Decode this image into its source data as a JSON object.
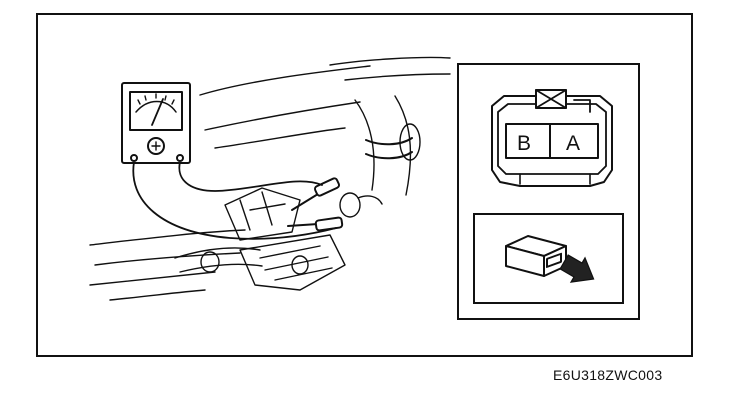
{
  "connector": {
    "terminal_b": "B",
    "terminal_a": "A"
  },
  "figure_code": "E6U318ZWC003"
}
